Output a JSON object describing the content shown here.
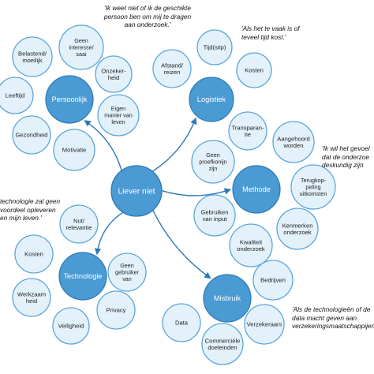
{
  "colors": {
    "hub_fill": "#4a9ad4",
    "hub_stroke": "#2d78b7",
    "leaf_fill": "#e3f1fa",
    "leaf_stroke": "#5aa6db",
    "arrow": "#2d78b7"
  },
  "center": {
    "label": "Liever niet"
  },
  "hubs": [
    {
      "label": "Persoonlijk",
      "leaves": [
        [
          "Belastend/",
          "moeilijk"
        ],
        [
          "Geen",
          "interesse/",
          "saai"
        ],
        [
          "Onzeker-",
          "heid"
        ],
        [
          "Leeftijd"
        ],
        [
          "Eigen",
          "manier van",
          "leven"
        ],
        [
          "Gezondheid"
        ],
        [
          "Motivatie"
        ]
      ]
    },
    {
      "label": "Logistiek",
      "leaves": [
        [
          "Tijd(stip)"
        ],
        [
          "Afstand/",
          "reizen"
        ],
        [
          "Kosten"
        ]
      ]
    },
    {
      "label": "Methode",
      "leaves": [
        [
          "Transparan-",
          "tie"
        ],
        [
          "Aangehoord",
          "worden"
        ],
        [
          "Geen",
          "proefkonijn",
          "zijn"
        ],
        [
          "Terugkop-",
          "peling",
          "uitkomsten"
        ],
        [
          "Gebruiken",
          "van input"
        ],
        [
          "Kenmerken",
          "onderzoek"
        ],
        [
          "Kwaliteit",
          "onderzoek"
        ]
      ]
    },
    {
      "label": "Technologie",
      "leaves": [
        [
          "Nut/",
          "relevantie"
        ],
        [
          "Kosten"
        ],
        [
          "Geen",
          "gebruiker",
          "van"
        ],
        [
          "Werkzaam",
          "heid"
        ],
        [
          "Privacy"
        ],
        [
          "Veiligheid"
        ]
      ]
    },
    {
      "label": "Misbruik",
      "leaves": [
        [
          "Bedrijven"
        ],
        [
          "Data"
        ],
        [
          "Verzekeraars"
        ],
        [
          "Commerciële",
          "doeleinden"
        ]
      ]
    }
  ],
  "quotes": [
    [
      "'Ik weet niet of ik de geschikte",
      "persoon ben om mij te dragen",
      "aan onderzoek.'"
    ],
    [
      "'Als het te vaak is of",
      "teveel tijd kost.'"
    ],
    [
      "'Ik wil het gevoel",
      "dat de onderzoe",
      "deskundig zijn"
    ],
    [
      "technologie zal geen",
      "voordeel opleveren",
      "en mijn leven.'"
    ],
    [
      "'Als de technologieën of de",
      "data macht geven aan",
      "verzekeringsmaatschappijen"
    ]
  ]
}
